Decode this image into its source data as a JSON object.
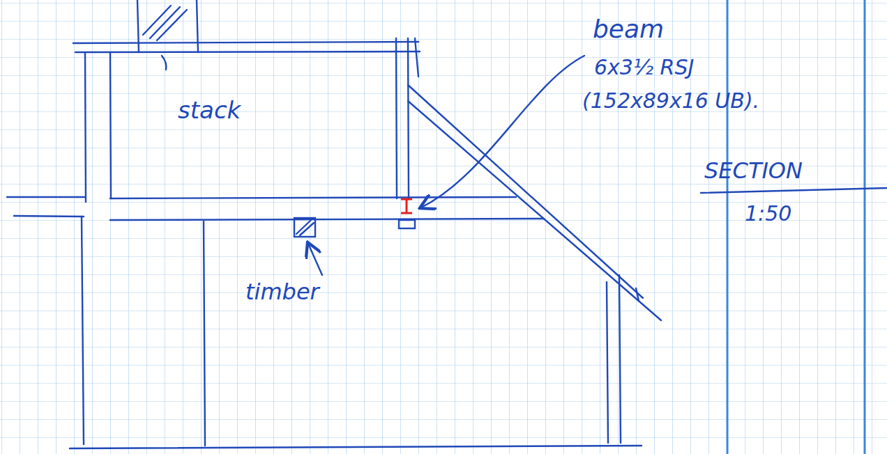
{
  "diagram": {
    "labels": [
      "beam",
      "6x3½ RSJ",
      "(152x89x16 UB).",
      "stack",
      "timber",
      "SECTION",
      "1:50"
    ]
  }
}
